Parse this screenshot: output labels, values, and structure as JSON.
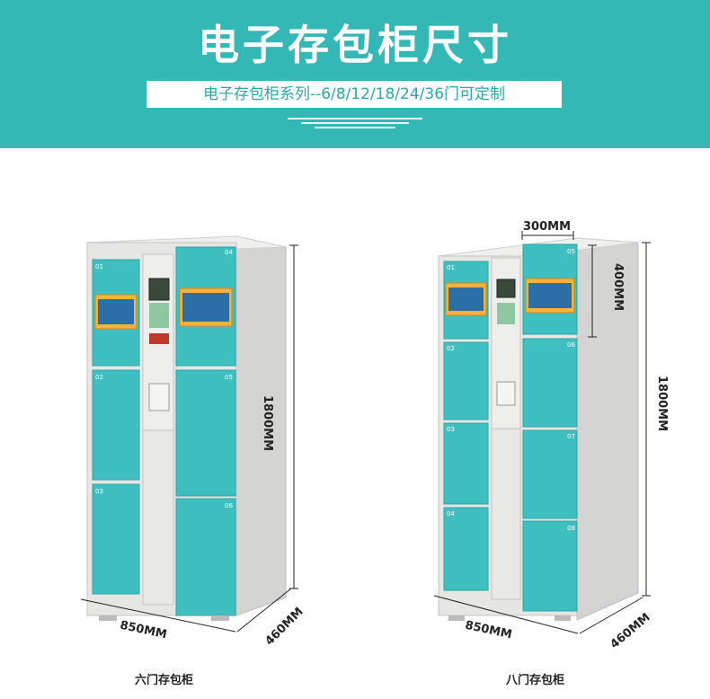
{
  "banner": {
    "title": "电子存包柜尺寸",
    "subtitle": "电子存包柜系列--6/8/12/18/24/36门可定制"
  },
  "colors": {
    "banner_bg": "#33b8b6",
    "door_teal": "#3fbfbf",
    "frame_gray": "#e6e6e4",
    "subtitle_text": "#2aa9a8"
  },
  "six_door": {
    "caption": "六门存包柜",
    "width_label": "850MM",
    "depth_label": "460MM",
    "height_label": "1800MM",
    "door_numbers": [
      "01",
      "02",
      "03",
      "04",
      "05",
      "06"
    ]
  },
  "eight_door": {
    "caption": "八门存包柜",
    "width_label": "850MM",
    "depth_label": "460MM",
    "height_label": "1800MM",
    "door_width_label": "300MM",
    "door_height_label": "400MM",
    "door_numbers": [
      "01",
      "02",
      "03",
      "04",
      "05",
      "06",
      "07",
      "08"
    ]
  }
}
